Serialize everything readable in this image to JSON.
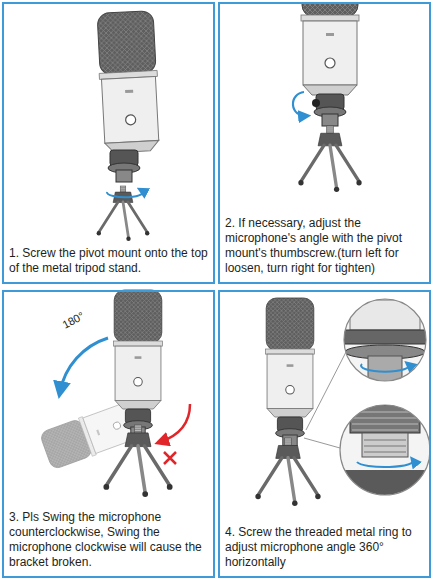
{
  "diagram": {
    "nodes": [
      {
        "text": [
          "1. Screw the pivot mount onto the top of the metal tripod stand."
        ]
      },
      {
        "text": [
          "2. If necessary, adjust the microphone's angle with the pivot mount's thumbscrew.(turn left for loosen, turn right for tighten)"
        ]
      },
      {
        "text": [
          "3. Pls Swing the microphone counterclockwise, Swing the microphone clockwise will cause the bracket broken."
        ]
      },
      {
        "text": [
          "4. Screw the threaded metal ring to adjust microphone angle 360° horizontally"
        ]
      }
    ],
    "labels": [
      "180°"
    ]
  }
}
